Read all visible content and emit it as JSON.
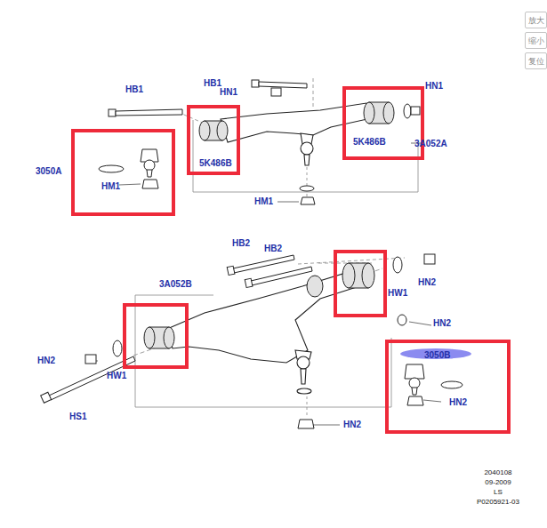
{
  "diagram": {
    "nodes": [
      {
        "text": [
          "放大"
        ]
      },
      {
        "text": [
          "缩小"
        ]
      },
      {
        "text": [
          "复位"
        ]
      },
      {
        "text": [
          "HM1"
        ]
      },
      {
        "text": [
          "5K486B"
        ]
      },
      {
        "text": [
          "5K486B"
        ]
      },
      {
        "text": [
          "3050B",
          "HN2"
        ]
      }
    ],
    "labels": [
      "HB1",
      "HB1",
      "HN1",
      "HN1",
      "3050A",
      "3A052A",
      "HM1",
      "HB2",
      "HB2",
      "3A052B",
      "HN2",
      "HW1",
      "HN2",
      "HN2",
      "HW1",
      "HS1",
      "HN2",
      "2040108",
      "09-2009",
      "LS",
      "P0205921-03"
    ]
  }
}
